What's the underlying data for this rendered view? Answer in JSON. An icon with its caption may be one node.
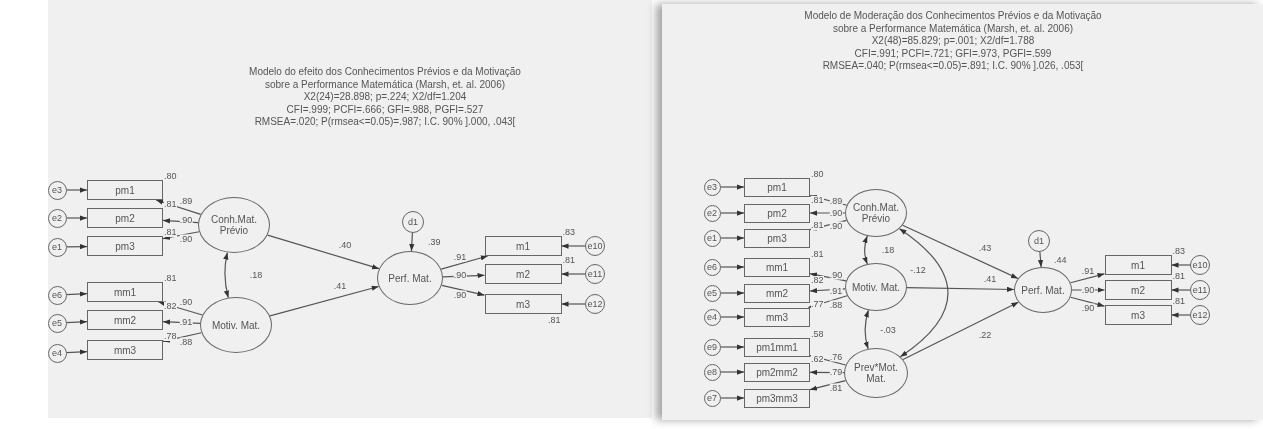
{
  "diagram": {
    "nodes": [
      {
        "text": [
          "Modelo do efeito dos Conhecimentos Prévios e da Motivação sobre a Performance Matemática (Marsh, et. al. 2006)",
          "X2(24)=28.898; p=.224; X2/df=1.204",
          "CFI=.999; PCFI=.666; GFI=.988, PGFI=.527",
          "RMSEA=.020; P(rmsea<=0.05)=.987; I.C. 90% ].000, .043["
        ]
      },
      {
        "text": [
          "e3"
        ],
        "in": 0
      },
      {
        "text": [
          "e2"
        ],
        "in": 0
      },
      {
        "text": [
          "e1"
        ],
        "in": 0
      },
      {
        "text": [
          "e6"
        ],
        "in": 0
      },
      {
        "text": [
          "e5"
        ],
        "in": 0
      },
      {
        "text": [
          "e4"
        ],
        "in": 0
      },
      {
        "text": [
          "pm1"
        ],
        "in": 0,
        "beside": [
          ".80"
        ]
      },
      {
        "text": [
          "pm2"
        ],
        "in": 0,
        "beside": [
          ".81"
        ]
      },
      {
        "text": [
          "pm3"
        ],
        "in": 0,
        "beside": [
          ".81"
        ]
      },
      {
        "text": [
          "mm1"
        ],
        "in": 0,
        "beside": [
          ".81"
        ]
      },
      {
        "text": [
          "mm2"
        ],
        "in": 0,
        "beside": [
          ".82"
        ]
      },
      {
        "text": [
          "mm3"
        ],
        "in": 0,
        "beside": [
          ".78"
        ]
      },
      {
        "text": [
          "Conh.Mat. Prévio"
        ],
        "in": 0
      },
      {
        "text": [
          "Motiv. Mat."
        ],
        "in": 0
      },
      {
        "text": [
          "d1"
        ],
        "in": 0
      },
      {
        "text": [
          "Perf. Mat."
        ],
        "in": 0,
        "beside": [
          ".39"
        ]
      },
      {
        "text": [
          "m1"
        ],
        "in": 0,
        "beside": [
          ".83"
        ]
      },
      {
        "text": [
          "m2"
        ],
        "in": 0,
        "beside": [
          ".81"
        ]
      },
      {
        "text": [
          "m3"
        ],
        "in": 0,
        "beside": [
          ".81"
        ]
      },
      {
        "text": [
          "e10"
        ],
        "in": 0
      },
      {
        "text": [
          "e11"
        ],
        "in": 0
      },
      {
        "text": [
          "e12"
        ],
        "in": 0
      },
      {
        "text": [
          "Modelo de Moderação dos Conhecimentos Prévios e da Motivação sobre a Performance Matemática (Marsh, et. al. 2006)",
          "X2(48)=85.829; p=.001; X2/df=1.788",
          "CFI=.991; PCFI=.721; GFI=.973, PGFI=.599",
          "RMSEA=.040; P(rmsea<=0.05)=.891; I.C. 90% ].026, .053["
        ]
      },
      {
        "text": [
          "e3"
        ],
        "in": 23
      },
      {
        "text": [
          "e2"
        ],
        "in": 23
      },
      {
        "text": [
          "e1"
        ],
        "in": 23
      },
      {
        "text": [
          "e6"
        ],
        "in": 23
      },
      {
        "text": [
          "e5"
        ],
        "in": 23
      },
      {
        "text": [
          "e4"
        ],
        "in": 23
      },
      {
        "text": [
          "e9"
        ],
        "in": 23
      },
      {
        "text": [
          "e8"
        ],
        "in": 23
      },
      {
        "text": [
          "e7"
        ],
        "in": 23
      },
      {
        "text": [
          "pm1"
        ],
        "in": 23,
        "beside": [
          ".80"
        ]
      },
      {
        "text": [
          "pm2"
        ],
        "in": 23,
        "beside": [
          ".81"
        ]
      },
      {
        "text": [
          "pm3"
        ],
        "in": 23,
        "beside": [
          ".81"
        ]
      },
      {
        "text": [
          "mm1"
        ],
        "in": 23,
        "beside": [
          ".81"
        ]
      },
      {
        "text": [
          "mm2"
        ],
        "in": 23,
        "beside": [
          ".82"
        ]
      },
      {
        "text": [
          "mm3"
        ],
        "in": 23,
        "beside": [
          ".77"
        ]
      },
      {
        "text": [
          "pm1mm1"
        ],
        "in": 23,
        "beside": [
          ".58"
        ]
      },
      {
        "text": [
          "pm2mm2"
        ],
        "in": 23,
        "beside": [
          ".62"
        ]
      },
      {
        "text": [
          "pm3mm3"
        ],
        "in": 23
      },
      {
        "text": [
          "Conh.Mat. Prévio"
        ],
        "in": 23
      },
      {
        "text": [
          "Motiv. Mat."
        ],
        "in": 23
      },
      {
        "text": [
          "Prev*Mot. Mat."
        ],
        "in": 23
      },
      {
        "text": [
          "d1"
        ],
        "in": 23
      },
      {
        "text": [
          "Perf. Mat."
        ],
        "in": 23,
        "beside": [
          ".44"
        ]
      },
      {
        "text": [
          "m1"
        ],
        "in": 23,
        "beside": [
          ".83"
        ]
      },
      {
        "text": [
          "m2"
        ],
        "in": 23,
        "beside": [
          ".81"
        ]
      },
      {
        "text": [
          "m3"
        ],
        "in": 23,
        "beside": [
          ".81"
        ]
      },
      {
        "text": [
          "e10"
        ],
        "in": 23
      },
      {
        "text": [
          "e11"
        ],
        "in": 23
      },
      {
        "text": [
          "e12"
        ],
        "in": 23
      }
    ],
    "edges": [
      {
        "from": 1,
        "to": 7,
        "arrow": "to"
      },
      {
        "from": 2,
        "to": 8,
        "arrow": "to"
      },
      {
        "from": 3,
        "to": 9,
        "arrow": "to"
      },
      {
        "from": 4,
        "to": 10,
        "arrow": "to"
      },
      {
        "from": 5,
        "to": 11,
        "arrow": "to"
      },
      {
        "from": 6,
        "to": 12,
        "arrow": "to"
      },
      {
        "from": 13,
        "to": 7,
        "arrow": "to",
        "label": ".89"
      },
      {
        "from": 13,
        "to": 8,
        "arrow": "to",
        "label": ".90"
      },
      {
        "from": 13,
        "to": 9,
        "arrow": "to",
        "label": ".90"
      },
      {
        "from": 14,
        "to": 10,
        "arrow": "to",
        "label": ".90"
      },
      {
        "from": 14,
        "to": 11,
        "arrow": "to",
        "label": ".91"
      },
      {
        "from": 14,
        "to": 12,
        "arrow": "to",
        "label": ".88"
      },
      {
        "from": 13,
        "to": 14,
        "arrow": "both",
        "label": ".18"
      },
      {
        "from": 13,
        "to": 16,
        "arrow": "to",
        "label": ".40"
      },
      {
        "from": 14,
        "to": 16,
        "arrow": "to",
        "label": ".41"
      },
      {
        "from": 15,
        "to": 16,
        "arrow": "to"
      },
      {
        "from": 16,
        "to": 17,
        "arrow": "to",
        "label": ".91"
      },
      {
        "from": 16,
        "to": 18,
        "arrow": "to",
        "label": ".90"
      },
      {
        "from": 16,
        "to": 19,
        "arrow": "to",
        "label": ".90"
      },
      {
        "from": 20,
        "to": 17,
        "arrow": "to"
      },
      {
        "from": 21,
        "to": 18,
        "arrow": "to"
      },
      {
        "from": 22,
        "to": 19,
        "arrow": "to"
      },
      {
        "from": 24,
        "to": 33,
        "arrow": "to"
      },
      {
        "from": 25,
        "to": 34,
        "arrow": "to"
      },
      {
        "from": 26,
        "to": 35,
        "arrow": "to"
      },
      {
        "from": 27,
        "to": 36,
        "arrow": "to"
      },
      {
        "from": 28,
        "to": 37,
        "arrow": "to"
      },
      {
        "from": 29,
        "to": 38,
        "arrow": "to"
      },
      {
        "from": 30,
        "to": 39,
        "arrow": "to"
      },
      {
        "from": 31,
        "to": 40,
        "arrow": "to"
      },
      {
        "from": 32,
        "to": 41,
        "arrow": "to"
      },
      {
        "from": 42,
        "to": 33,
        "arrow": "to",
        "label": ".89"
      },
      {
        "from": 42,
        "to": 34,
        "arrow": "to",
        "label": ".90"
      },
      {
        "from": 42,
        "to": 35,
        "arrow": "to",
        "label": ".90"
      },
      {
        "from": 43,
        "to": 36,
        "arrow": "to",
        "label": ".90"
      },
      {
        "from": 43,
        "to": 37,
        "arrow": "to",
        "label": ".91"
      },
      {
        "from": 43,
        "to": 38,
        "arrow": "to",
        "label": ".88"
      },
      {
        "from": 44,
        "to": 39,
        "arrow": "to",
        "label": ".76"
      },
      {
        "from": 44,
        "to": 40,
        "arrow": "to",
        "label": ".79"
      },
      {
        "from": 44,
        "to": 41,
        "arrow": "to",
        "label": ".81"
      },
      {
        "from": 42,
        "to": 43,
        "arrow": "both",
        "label": ".18"
      },
      {
        "from": 42,
        "to": 44,
        "arrow": "both",
        "label": "-.12"
      },
      {
        "from": 43,
        "to": 44,
        "arrow": "both",
        "label": "-.03"
      },
      {
        "from": 42,
        "to": 46,
        "arrow": "to",
        "label": ".43"
      },
      {
        "from": 43,
        "to": 46,
        "arrow": "to",
        "label": ".41"
      },
      {
        "from": 44,
        "to": 46,
        "arrow": "to",
        "label": ".22"
      },
      {
        "from": 45,
        "to": 46,
        "arrow": "to"
      },
      {
        "from": 46,
        "to": 47,
        "arrow": "to",
        "label": ".91"
      },
      {
        "from": 46,
        "to": 48,
        "arrow": "to",
        "label": ".90"
      },
      {
        "from": 46,
        "to": 49,
        "arrow": "to",
        "label": ".90"
      },
      {
        "from": 50,
        "to": 47,
        "arrow": "to"
      },
      {
        "from": 51,
        "to": 48,
        "arrow": "to"
      },
      {
        "from": 52,
        "to": 49,
        "arrow": "to"
      }
    ]
  }
}
